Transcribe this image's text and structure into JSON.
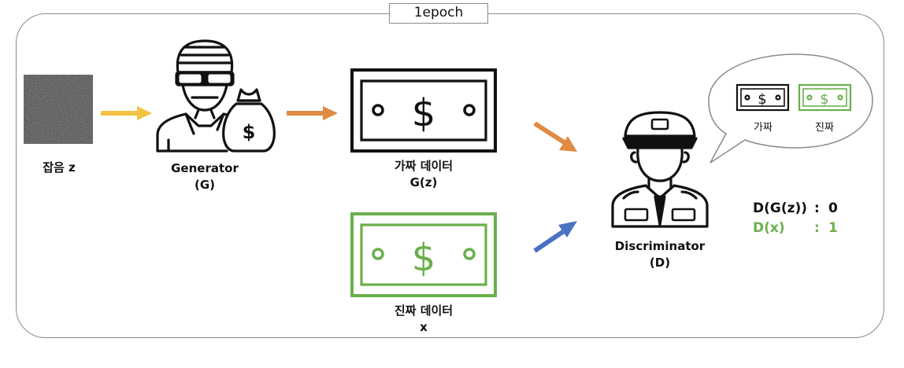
{
  "epoch_label": "1epoch",
  "noise": {
    "label": "잡음 z"
  },
  "generator": {
    "name": "Generator",
    "symbol": "(G)"
  },
  "fake_data": {
    "title": "가짜 데이터",
    "expr": "G(z)"
  },
  "real_data": {
    "title": "진짜 데이터",
    "expr": "x"
  },
  "discriminator": {
    "name": "Discriminator",
    "symbol": "(D)"
  },
  "bubble": {
    "fake_label": "가짜",
    "real_label": "진짜"
  },
  "scores": [
    {
      "expr": "D(G(z))",
      "sep": ":",
      "value": "0",
      "color": "#111111"
    },
    {
      "expr": "D(x)",
      "sep": ":",
      "value": "1",
      "color": "#6ab04c"
    }
  ],
  "colors": {
    "arrow_yellow": "#f5c242",
    "arrow_orange": "#e08a43",
    "arrow_blue": "#4a72c4",
    "real_green": "#6ab04c"
  },
  "icons": [
    "noise-image",
    "thief-icon",
    "money-bag-icon",
    "fake-banknote-icon",
    "real-banknote-icon",
    "police-officer-icon",
    "speech-bubble"
  ]
}
